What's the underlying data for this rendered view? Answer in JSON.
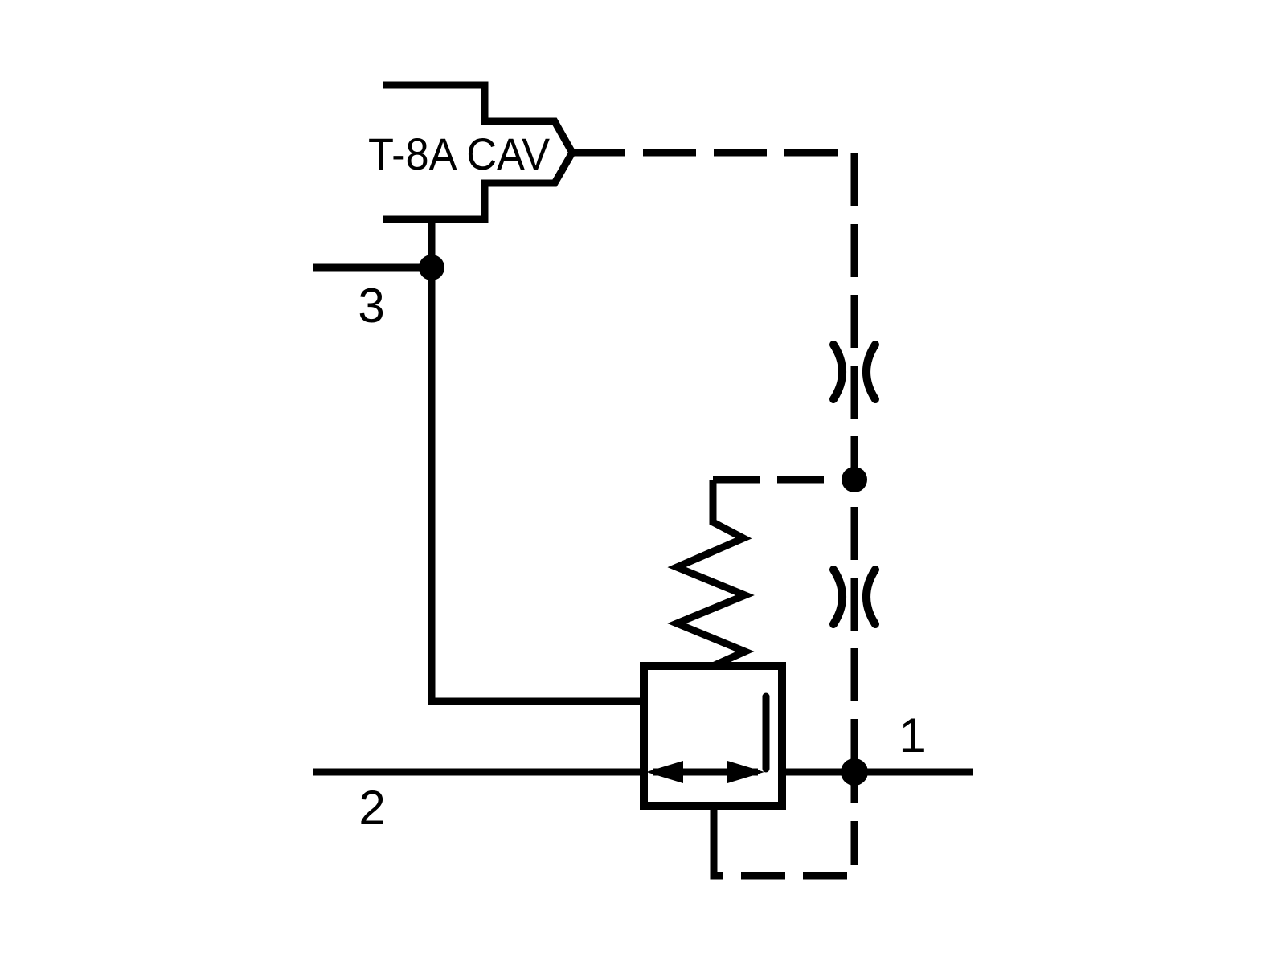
{
  "cavity": {
    "label": "T-8A CAV"
  },
  "ports": {
    "p1": "1",
    "p2": "2",
    "p3": "3"
  },
  "colors": {
    "line": "#000000",
    "background": "#ffffff"
  }
}
